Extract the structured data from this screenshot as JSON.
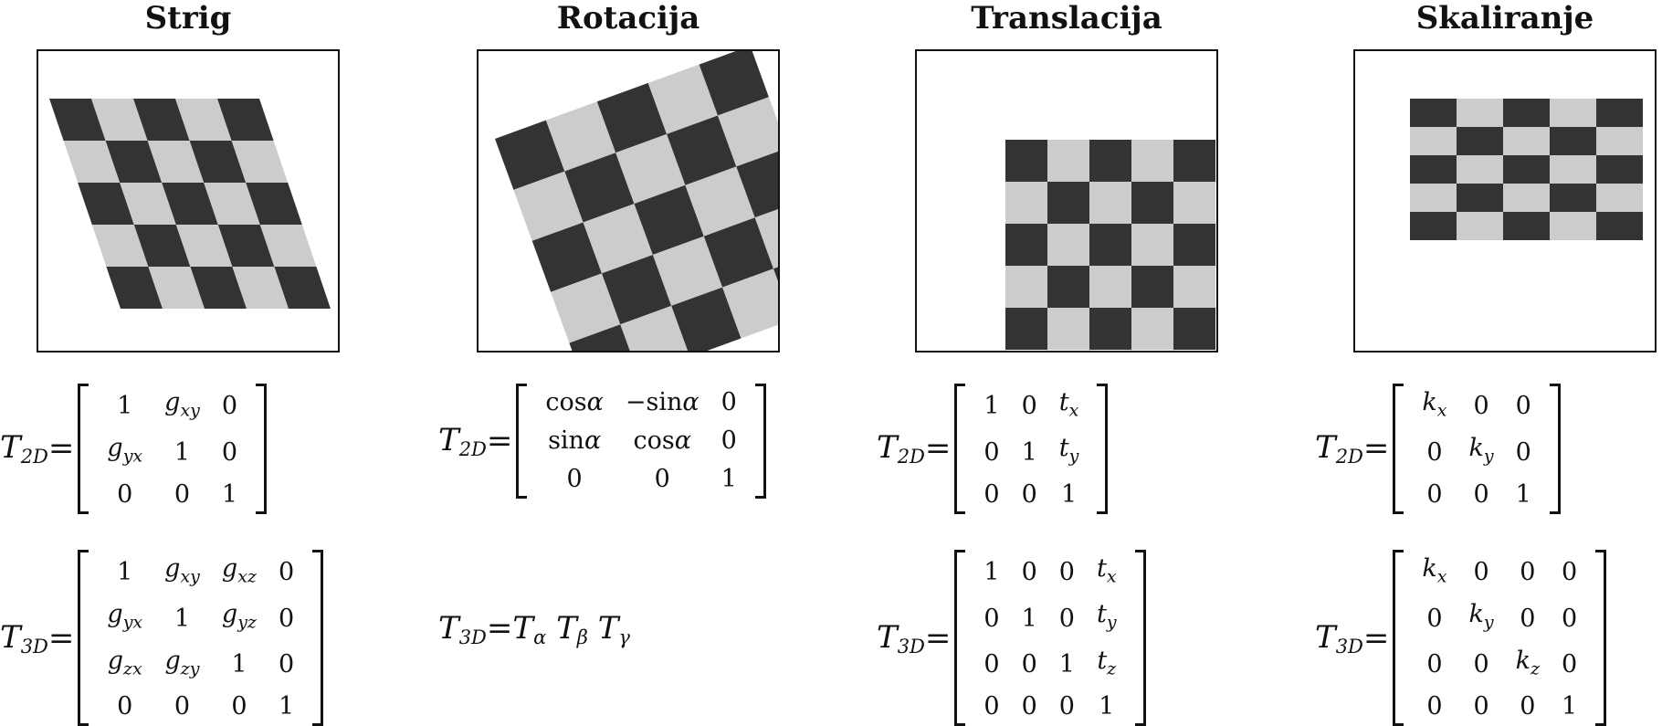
{
  "panels": [
    {
      "id": "strig",
      "title": "Strig",
      "t2d": {
        "symbol": "T",
        "subscript": "2D",
        "eq": "=",
        "rows": [
          [
            "1",
            "gxy",
            "0"
          ],
          [
            "gyx",
            "1",
            "0"
          ],
          [
            "0",
            "0",
            "1"
          ]
        ]
      },
      "t3d": {
        "symbol": "T",
        "subscript": "3D",
        "eq": "=",
        "rows": [
          [
            "1",
            "gxy",
            "gxz",
            "0"
          ],
          [
            "gyx",
            "1",
            "gyz",
            "0"
          ],
          [
            "gzx",
            "gzy",
            "1",
            "0"
          ],
          [
            "0",
            "0",
            "0",
            "1"
          ]
        ]
      }
    },
    {
      "id": "rotacija",
      "title": "Rotacija",
      "t2d": {
        "symbol": "T",
        "subscript": "2D",
        "eq": "=",
        "rows": [
          [
            "cosα",
            "−sinα",
            "0"
          ],
          [
            "sinα",
            "cosα",
            "0"
          ],
          [
            "0",
            "0",
            "1"
          ]
        ]
      },
      "t3d_product": {
        "symbol": "T",
        "subscript": "3D",
        "eq": "=",
        "factors": [
          {
            "symbol": "T",
            "sub": "α"
          },
          {
            "symbol": "T",
            "sub": "β"
          },
          {
            "symbol": "T",
            "sub": "γ"
          }
        ]
      }
    },
    {
      "id": "translacija",
      "title": "Translacija",
      "t2d": {
        "symbol": "T",
        "subscript": "2D",
        "eq": "=",
        "rows": [
          [
            "1",
            "0",
            "tx"
          ],
          [
            "0",
            "1",
            "ty"
          ],
          [
            "0",
            "0",
            "1"
          ]
        ]
      },
      "t3d": {
        "symbol": "T",
        "subscript": "3D",
        "eq": "=",
        "rows": [
          [
            "1",
            "0",
            "0",
            "tx"
          ],
          [
            "0",
            "1",
            "0",
            "ty"
          ],
          [
            "0",
            "0",
            "1",
            "tz"
          ],
          [
            "0",
            "0",
            "0",
            "1"
          ]
        ]
      }
    },
    {
      "id": "skaliranje",
      "title": "Skaliranje",
      "t2d": {
        "symbol": "T",
        "subscript": "2D",
        "eq": "=",
        "rows": [
          [
            "kx",
            "0",
            "0"
          ],
          [
            "0",
            "ky",
            "0"
          ],
          [
            "0",
            "0",
            "1"
          ]
        ]
      },
      "t3d": {
        "symbol": "T",
        "subscript": "3D",
        "eq": "=",
        "rows": [
          [
            "kx",
            "0",
            "0",
            "0"
          ],
          [
            "0",
            "ky",
            "0",
            "0"
          ],
          [
            "0",
            "0",
            "kz",
            "0"
          ],
          [
            "0",
            "0",
            "0",
            "1"
          ]
        ]
      }
    }
  ],
  "colors": {
    "dark": "#333333",
    "light": "#cccccc",
    "frame": "#111111"
  },
  "checkerboard": {
    "size": 5
  }
}
